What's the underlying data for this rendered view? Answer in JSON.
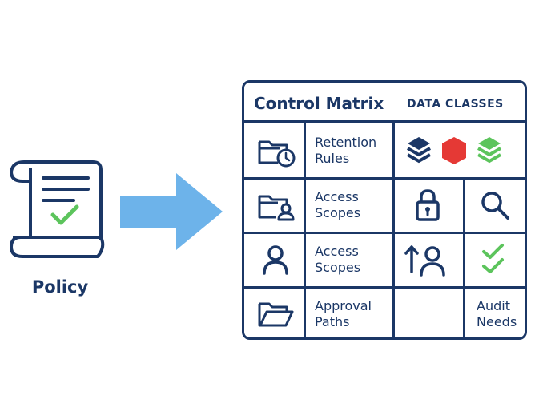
{
  "policy": {
    "label": "Policy",
    "icon": "document-check-icon",
    "check_color": "#5cc45c"
  },
  "arrow": {
    "icon": "arrow-right-icon",
    "color": "#6db3ea"
  },
  "matrix": {
    "title": "Control Matrix",
    "subtitle": "DATA CLASSES",
    "rows": [
      {
        "icon": "folder-clock-icon",
        "label_line1": "Retention",
        "label_line2": "Rules",
        "data_classes": [
          "navy-stack-icon",
          "red-hexagon-icon",
          "green-stack-icon"
        ]
      },
      {
        "icon": "folder-user-icon",
        "label_line1": "Access",
        "label_line2": "Scopes",
        "cells": [
          "lock-icon",
          "magnifier-icon"
        ]
      },
      {
        "icon": "user-icon",
        "label_line1": "Access",
        "label_line2": "Scopes",
        "cells": [
          "user-arrow-up-icon",
          "double-check-icon"
        ]
      },
      {
        "icon": "folder-open-icon",
        "label_line1": "Approval",
        "label_line2": "Paths",
        "audit_line1": "Audit",
        "audit_line2": "Needs"
      }
    ]
  },
  "colors": {
    "navy": "#1b3766",
    "red": "#e53935",
    "green": "#5cc45c",
    "arrow_blue": "#6db3ea"
  }
}
